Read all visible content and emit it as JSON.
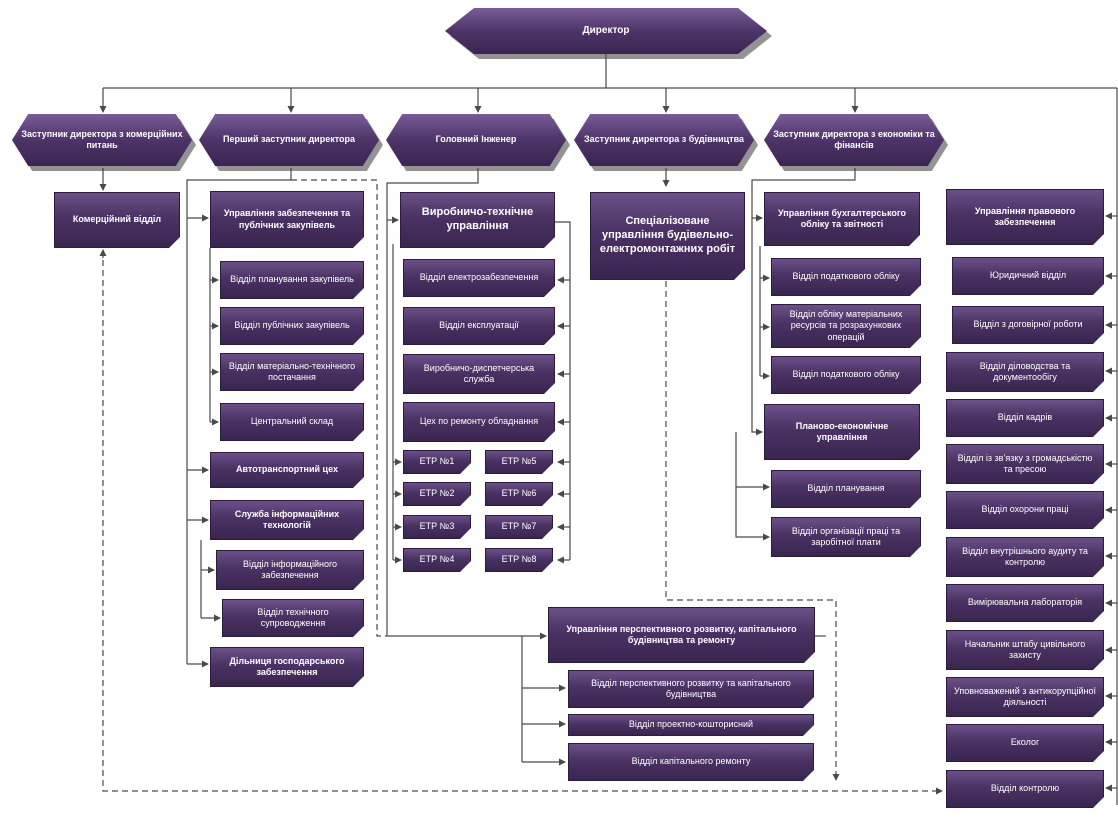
{
  "top": {
    "director": "Директор",
    "deputy_commercial": "Заступник директора з комерційних питань",
    "first_deputy": "Перший заступник директора",
    "chief_engineer": "Головний Інженер",
    "deputy_construction": "Заступник директора з будівництва",
    "deputy_economics": "Заступник директора з економіки та фінансів"
  },
  "commercial": {
    "dept": "Комерційний відділ"
  },
  "first_deputy_units": {
    "procurement": "Управління забезпечення та публічних закупівель",
    "procurement_planning": "Відділ планування закупівель",
    "public_procurement": "Відділ публічних закупівель",
    "logistics": "Відділ матеріально-технічного постачання",
    "central_warehouse": "Центральний склад",
    "motor_transport": "Автотранспортний цех",
    "it_service": "Служба інформаційних технологій",
    "info_support": "Відділ інформаційного забезпечення",
    "tech_support": "Відділ технічного супроводження",
    "household": "Дільниця господарського забезпечення"
  },
  "engineer_units": {
    "production_tech": "Виробничо-технічне управління",
    "power_supply": "Відділ електрозабезпечення",
    "operation": "Відділ експлуатації",
    "dispatch": "Виробничо-диспетчерська служба",
    "repair_shop": "Цех по ремонту обладнання",
    "etr": [
      "ЕТР №1",
      "ЕТР №2",
      "ЕТР №3",
      "ЕТР №4",
      "ЕТР №5",
      "ЕТР №6",
      "ЕТР №7",
      "ЕТР №8"
    ]
  },
  "construction_units": {
    "special": "Спеціалізоване управління будівельно-електромонтажних робіт",
    "perspective": "Управління перспективного розвитку, капітального будівництва та ремонту",
    "perspective_dept": "Відділ перспективного розвитку та капітального будівництва",
    "design_estimate": "Відділ проектно-кошторисний",
    "capital_repair": "Відділ капітального ремонту"
  },
  "economics_units": {
    "accounting": "Управління бухгалтерського обліку та звітності",
    "tax1": "Відділ податкового обліку",
    "materials": "Відділ обліку матеріальних ресурсів та розрахункових операцій",
    "tax2": "Відділ податкового обліку",
    "planning_econ": "Планово-економічне управління",
    "planning": "Відділ планування",
    "labor": "Відділ організації праці та заробітної плати"
  },
  "right_column": [
    "Управління правового забезпечення",
    "Юридичний відділ",
    "Відділ з договірної роботи",
    "Відділ діловодства та документообігу",
    "Відділ кадрів",
    "Відділ із зв’язку з громадськістю та пресою",
    "Відділ охорони праці",
    "Відділ внутрішнього аудиту та контролю",
    "Вимірювальна лабораторія",
    "Начальник штабу цивільного захисту",
    "Уповноважений з антикорупційної діяльності",
    "Еколог",
    "Відділ контролю"
  ],
  "colors": {
    "box_fill": "#4a3263",
    "line": "#4a4a4a"
  }
}
